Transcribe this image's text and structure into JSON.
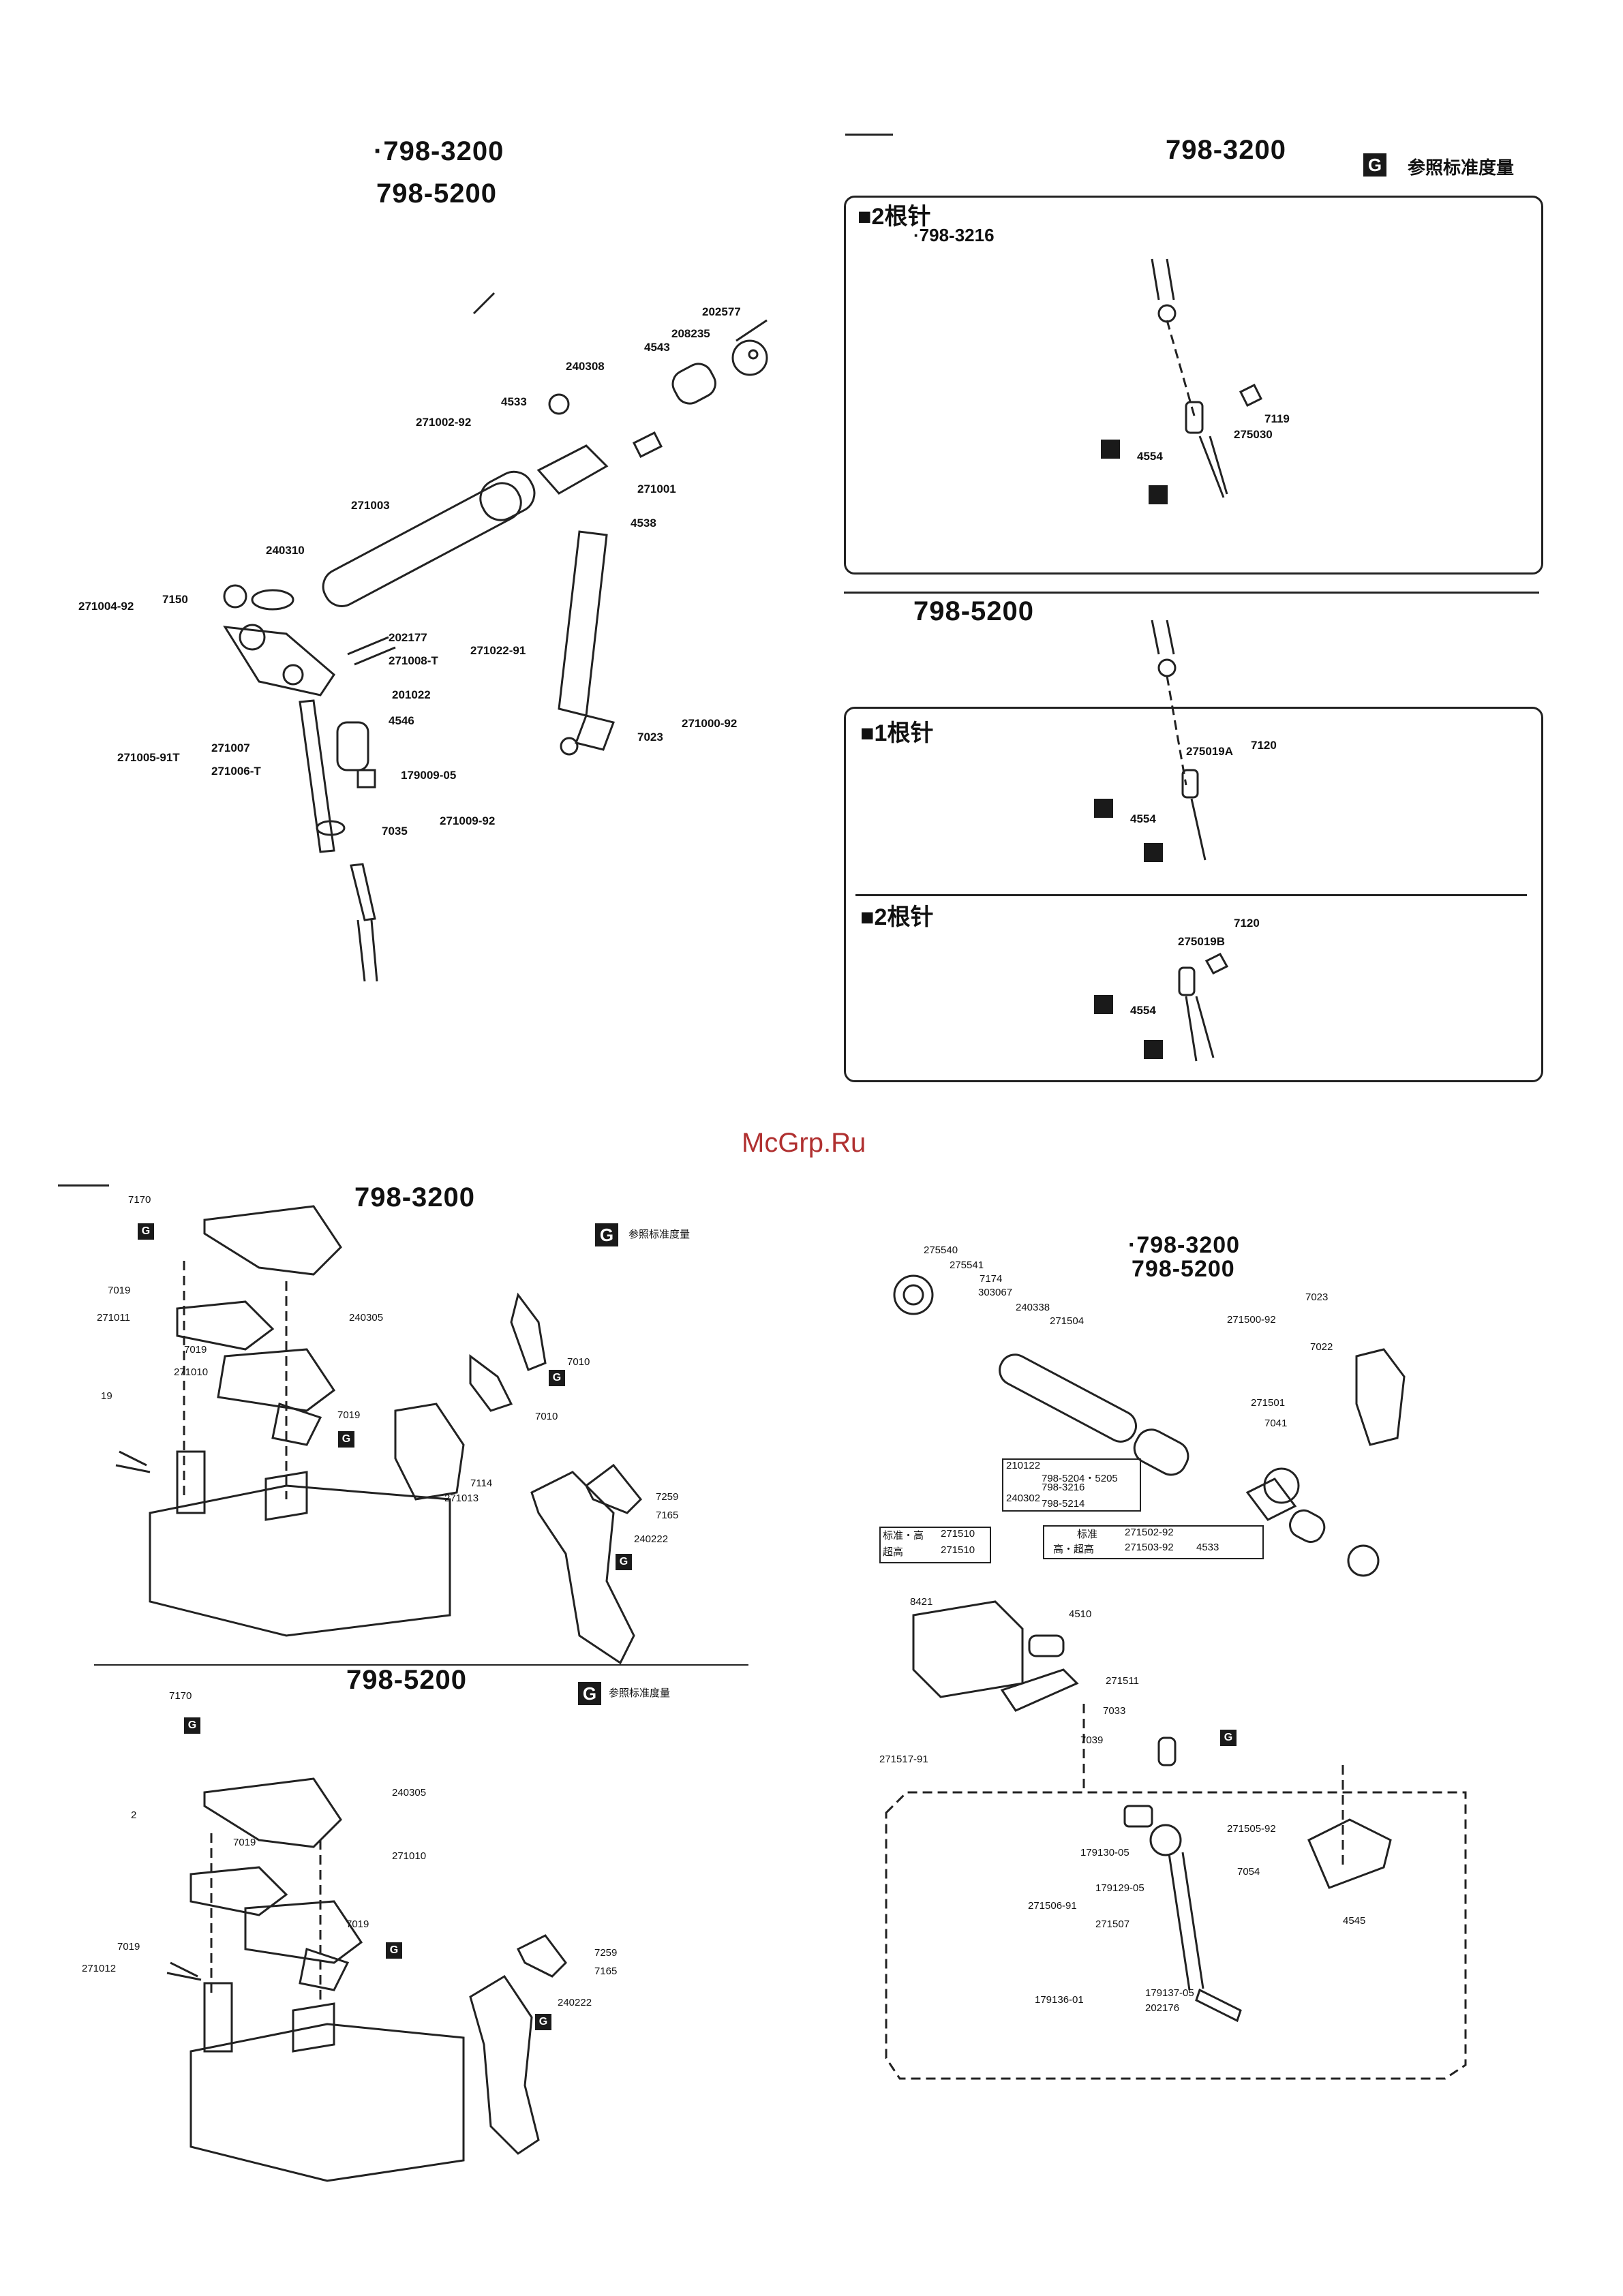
{
  "watermark": "McGrp.Ru",
  "top_left": {
    "model_1": "·798-3200",
    "model_2": "798-5200",
    "parts": [
      "202577",
      "208235",
      "4543",
      "240308",
      "4533",
      "271002-92",
      "271001",
      "4538",
      "271003",
      "240310",
      "271004-92",
      "7150",
      "202177",
      "271022-91",
      "271008-T",
      "201022",
      "4546",
      "271007",
      "271005-91T",
      "271006-T",
      "179009-05",
      "271009-92",
      "7035",
      "7023",
      "271000-92"
    ]
  },
  "top_right": {
    "model": "798-3200",
    "ref_badge": "G",
    "ref_text": "参照标准度量",
    "panel_a": {
      "heading": "■2根针",
      "sub_model": "·798-3216",
      "parts": [
        "7119",
        "275030",
        "4554"
      ]
    },
    "model_b": "798-5200",
    "panel_b": {
      "heading": "■1根针",
      "parts": [
        "275019A",
        "7120",
        "4554"
      ]
    },
    "panel_c": {
      "heading": "■2根针",
      "parts": [
        "7120",
        "275019B",
        "4554"
      ]
    }
  },
  "bottom_left": {
    "model_a": "798-3200",
    "ref_badge": "G",
    "ref_text": "参照标准度量",
    "parts_a": [
      "7170",
      "7019",
      "271011",
      "7019",
      "240305",
      "271010",
      "19",
      "7019",
      "7010",
      "7010",
      "7114",
      "271013",
      "7259",
      "7165",
      "240222"
    ],
    "model_b": "798-5200",
    "ref_text_b": "参照标准度量",
    "parts_b": [
      "7170",
      "2",
      "7019",
      "240305",
      "271010",
      "7019",
      "7019",
      "271012",
      "7259",
      "7165",
      "240222"
    ]
  },
  "bottom_right": {
    "model_1": "·798-3200",
    "model_2": "798-5200",
    "parts": [
      "275540",
      "275541",
      "7174",
      "303067",
      "240338",
      "271504",
      "7023",
      "271500-92",
      "7022",
      "271501",
      "7041",
      "210122",
      "798-5204・5205",
      "798-3216",
      "240302",
      "798-5214",
      "标准",
      "271502-92",
      "高・超高",
      "271503-92",
      "4533",
      "标准・高",
      "271510",
      "超高",
      "271510",
      "8421",
      "4510",
      "271511",
      "7033",
      "7039",
      "271517-91",
      "271505-92",
      "179130-05",
      "7054",
      "179129-05",
      "271506-91",
      "271507",
      "179136-01",
      "179137-05",
      "202176",
      "4545"
    ]
  }
}
